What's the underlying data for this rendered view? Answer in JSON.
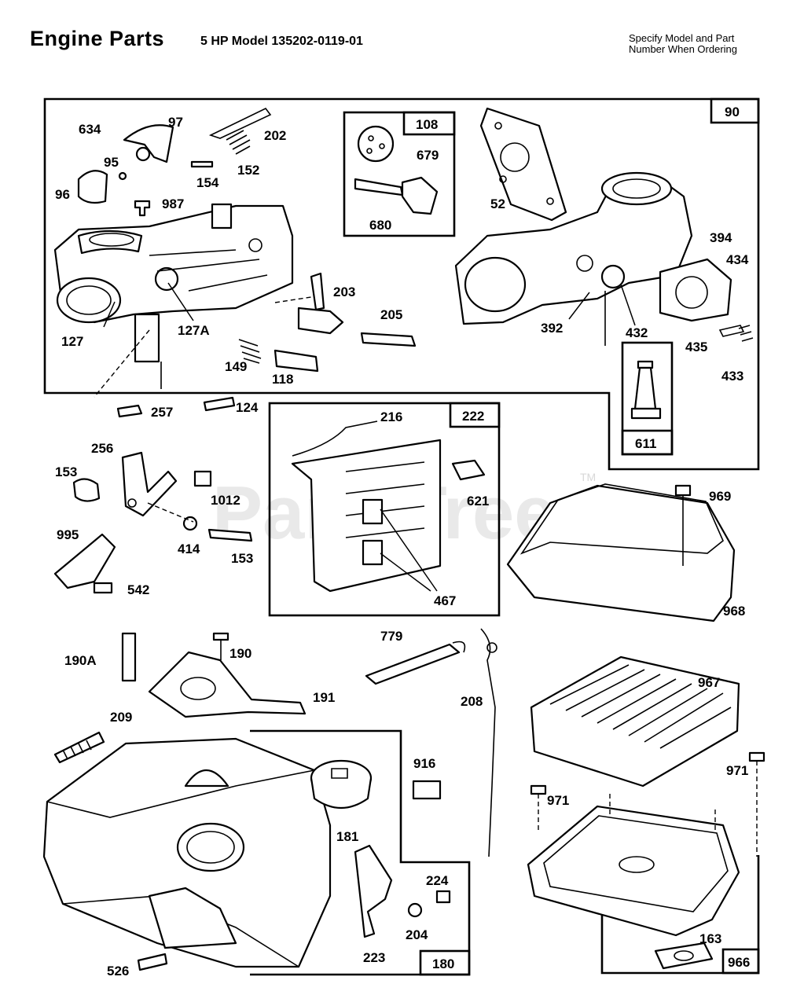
{
  "header": {
    "title": "Engine Parts",
    "model": "5 HP Model 135202-0119-01",
    "note_line1": "Specify Model and Part",
    "note_line2": "Number When Ordering"
  },
  "watermark": {
    "text": "PartsTree",
    "tm": "TM"
  },
  "boxes": {
    "carb": "90",
    "inlet_kit": "108",
    "needle_kit": "611",
    "muffler": "222",
    "tank": "180",
    "air_base": "966"
  },
  "labels": {
    "p634": "634",
    "p97": "97",
    "p202": "202",
    "p95": "95",
    "p152": "152",
    "p154": "154",
    "p96": "96",
    "p987": "987",
    "p127": "127",
    "p127a": "127A",
    "p149": "149",
    "p118": "118",
    "p203": "203",
    "p205": "205",
    "p679": "679",
    "p680": "680",
    "p52": "52",
    "p394": "394",
    "p434": "434",
    "p392": "392",
    "p432": "432",
    "p435": "435",
    "p433": "433",
    "p257": "257",
    "p124": "124",
    "p256": "256",
    "p153a": "153",
    "p1012": "1012",
    "p414": "414",
    "p153b": "153",
    "p995": "995",
    "p542": "542",
    "p216": "216",
    "p621": "621",
    "p467": "467",
    "p969": "969",
    "p968": "968",
    "p779": "779",
    "p190a": "190A",
    "p190": "190",
    "p191": "191",
    "p208": "208",
    "p209": "209",
    "p967": "967",
    "p916": "916",
    "p181": "181",
    "p971a": "971",
    "p971b": "971",
    "p224": "224",
    "p204": "204",
    "p223": "223",
    "p163": "163",
    "p526": "526"
  }
}
